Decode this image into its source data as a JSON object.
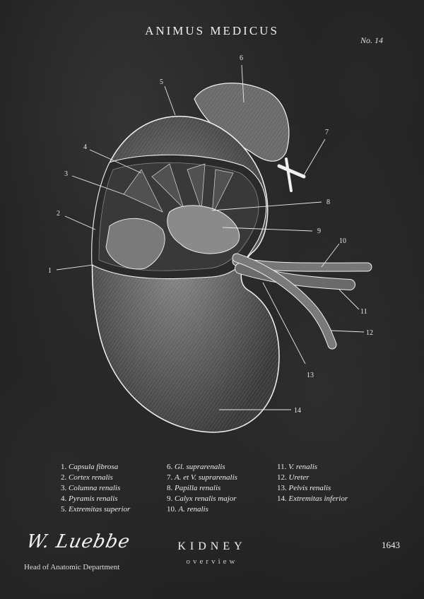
{
  "header": {
    "title": "ANIMUS MEDICUS",
    "plate_number": "No. 14"
  },
  "labels": [
    "1",
    "2",
    "3",
    "4",
    "5",
    "6",
    "7",
    "8",
    "9",
    "10",
    "11",
    "12",
    "13",
    "14"
  ],
  "legend": [
    {
      "num": "1.",
      "text": "Capsula fibrosa"
    },
    {
      "num": "2.",
      "text": "Cortex renalis"
    },
    {
      "num": "3.",
      "text": "Columna renalis"
    },
    {
      "num": "4.",
      "text": "Pyramis renalis"
    },
    {
      "num": "5.",
      "text": "Extremitas superior"
    },
    {
      "num": "6.",
      "text": "Gl. suprarenalis"
    },
    {
      "num": "7.",
      "text": "A. et V. suprarenalis"
    },
    {
      "num": "8.",
      "text": "Papilla renalis"
    },
    {
      "num": "9.",
      "text": "Calyx renalis major"
    },
    {
      "num": "10.",
      "text": "A. renalis"
    },
    {
      "num": "11.",
      "text": "V. renalis"
    },
    {
      "num": "12.",
      "text": "Ureter"
    },
    {
      "num": "13.",
      "text": "Pelvis renalis"
    },
    {
      "num": "14.",
      "text": "Extremitas inferior"
    }
  ],
  "footer": {
    "signature": "W. Luebbe",
    "signature_caption": "Head of Anatomic Department",
    "title": "KIDNEY",
    "subtitle": "overview",
    "year": "1643"
  },
  "colors": {
    "background": "#1f1f1f",
    "chalk": "#e8e8e8"
  }
}
